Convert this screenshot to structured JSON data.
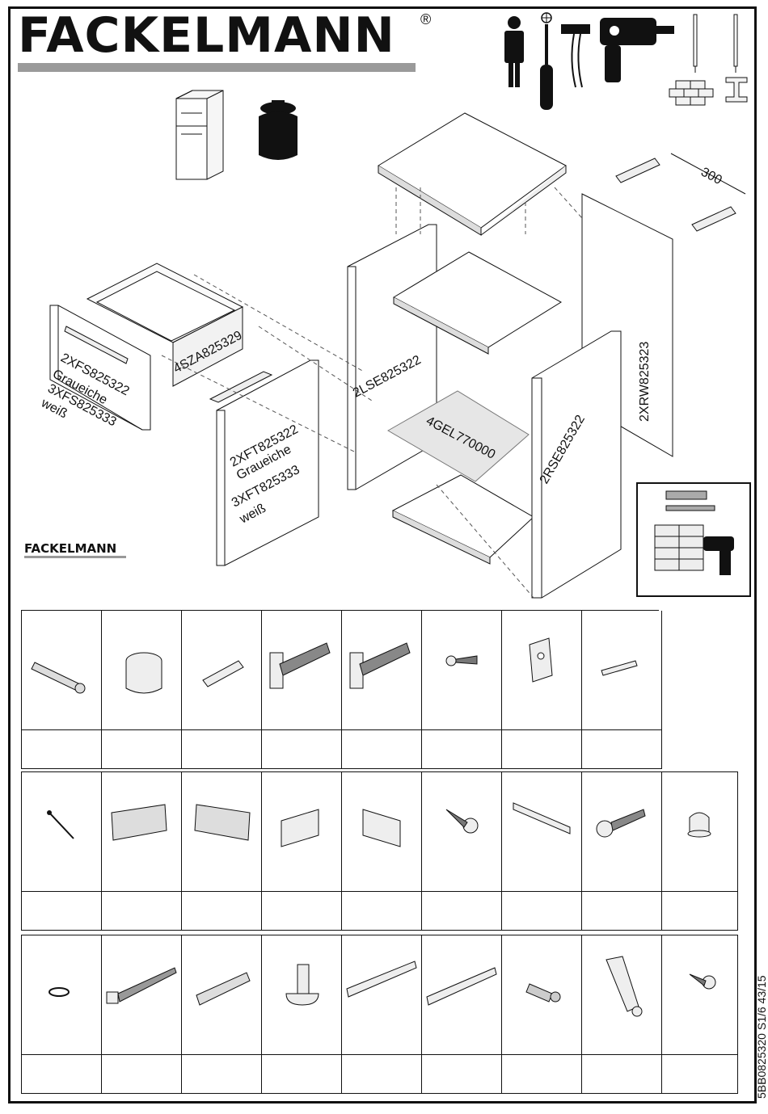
{
  "header": {
    "brand": "FACKELMANN",
    "registered": "®"
  },
  "measure": {
    "distance": "300"
  },
  "labels": {
    "drawer_front": [
      "2XFS825322",
      "Graueiche",
      "3XFS825333",
      "weiß"
    ],
    "drawer_box": "4SZA825329",
    "door": [
      "2XFT825322",
      "Graueiche",
      "3XFT825333",
      "weiß"
    ],
    "left_side": "2LSE825322",
    "glass_shelf": "4GEL770000",
    "right_side": "2RSE825322",
    "back_wall": "2XRW825323"
  },
  "footer_brand": "FACKELMANN",
  "document_code": "5BB0825320 S1/6 43/15",
  "parts_rows": [
    {
      "parts": [
        "connector-bolt-icon",
        "cam-lock-icon",
        "wooden-dowel-icon",
        "hinge-icon",
        "hinge-icon",
        "wood-screw-icon",
        "hinge-plate-icon",
        "logo-plate-icon"
      ]
    },
    {
      "parts": [
        "nail-icon",
        "cabinet-hanger-icon",
        "cabinet-hanger-icon",
        "cover-cap-icon",
        "cover-cap-icon",
        "countersunk-screw-icon",
        "handle-bar-icon",
        "handle-screw-icon",
        "plastic-foot-icon"
      ]
    },
    {
      "parts": [
        "washer-icon",
        "lag-screw-icon",
        "wall-plug-icon",
        "shelf-support-icon",
        "drawer-runner-icon",
        "drawer-runner-icon",
        "euro-screw-icon",
        "glue-tube-icon",
        "pan-head-screw-icon"
      ]
    }
  ]
}
